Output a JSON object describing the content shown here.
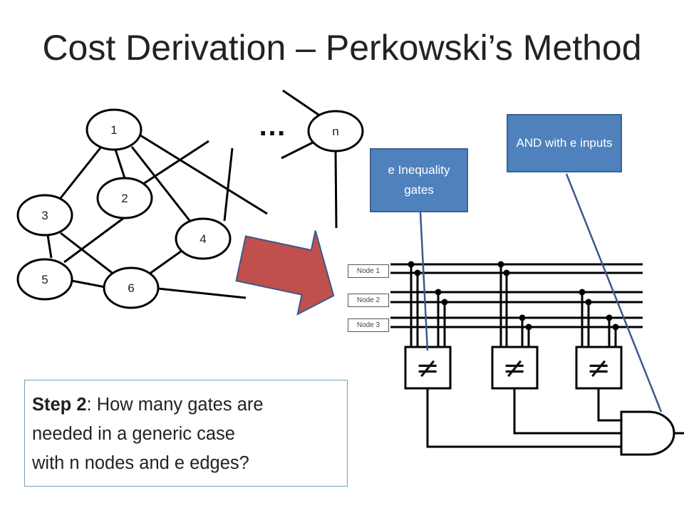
{
  "title": "Cost Derivation – Perkowski’s Method",
  "graph": {
    "nodes": [
      "1",
      "2",
      "3",
      "4",
      "5",
      "6",
      "n"
    ],
    "ellipsis": "…"
  },
  "callouts": {
    "inequality": "e Inequality gates",
    "and_gate": "AND with e inputs"
  },
  "bus_labels": [
    "Node 1",
    "Node 2",
    "Node 3"
  ],
  "gate_symbol": "≠",
  "question": {
    "step": "Step 2",
    "text": ": How many gates are needed in a generic case with n nodes and e edges?"
  },
  "colors": {
    "arrow_fill": "#c0504d",
    "arrow_stroke": "#3a5a8c",
    "callout_fill": "#4f81bd",
    "callout_line": "#3a5a8c"
  }
}
